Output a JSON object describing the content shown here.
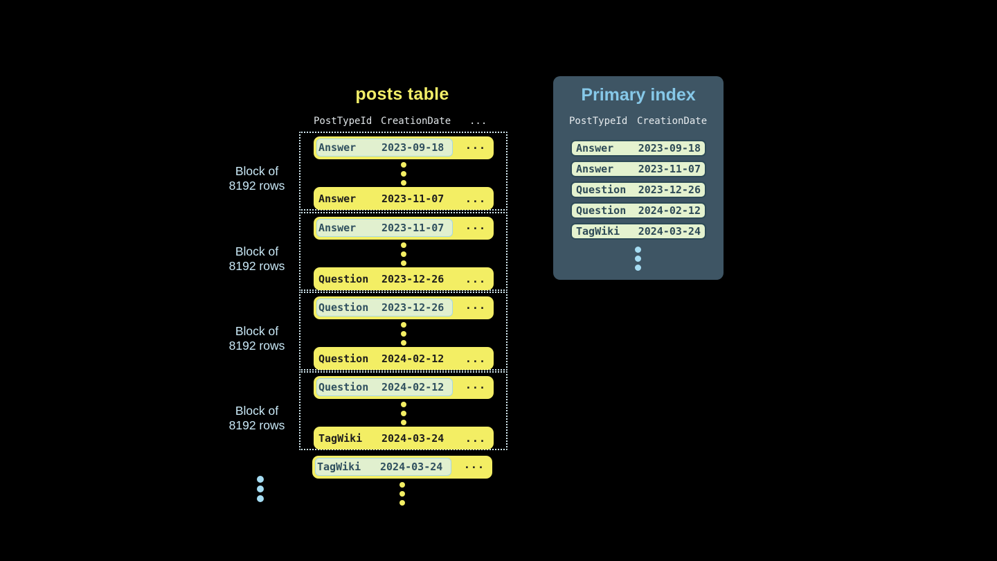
{
  "colors": {
    "background": "#000000",
    "row_yellow": "#f3ee64",
    "row_text_dark": "#1d1d1d",
    "block_border_dotted": "#d7edf5",
    "block_label_blue": "#c9e8f6",
    "ellipsis_dot_blue": "#a5dcf2",
    "panel_background": "#3e5564",
    "panel_title_blue": "#86c8e8",
    "column_header_text": "#dfe4e7",
    "highlight_cell_green": "#e1f0cf",
    "highlight_cell_border": "#a4d7e8",
    "highlight_cell_text": "#30505f",
    "index_row_border_text": "#2d4a57"
  },
  "posts_table": {
    "title": "posts table",
    "columns": {
      "col1": "PostTypeId",
      "col2": "CreationDate",
      "col3": "..."
    },
    "row_ellipsis": "...",
    "block_label": {
      "line1": "Block of",
      "line2": "8192 rows"
    },
    "blocks": [
      {
        "first": {
          "type": "Answer",
          "date": "2023-09-18"
        },
        "last": {
          "type": "Answer",
          "date": "2023-11-07"
        }
      },
      {
        "first": {
          "type": "Answer",
          "date": "2023-11-07"
        },
        "last": {
          "type": "Question",
          "date": "2023-12-26"
        }
      },
      {
        "first": {
          "type": "Question",
          "date": "2023-12-26"
        },
        "last": {
          "type": "Question",
          "date": "2024-02-12"
        }
      },
      {
        "first": {
          "type": "Question",
          "date": "2024-02-12"
        },
        "last": {
          "type": "TagWiki",
          "date": "2024-03-24"
        }
      }
    ],
    "overflow_row": {
      "type": "TagWiki",
      "date": "2024-03-24"
    }
  },
  "primary_index": {
    "title": "Primary index",
    "columns": {
      "col1": "PostTypeId",
      "col2": "CreationDate"
    },
    "rows": [
      {
        "type": "Answer",
        "date": "2023-09-18"
      },
      {
        "type": "Answer",
        "date": "2023-11-07"
      },
      {
        "type": "Question",
        "date": "2023-12-26"
      },
      {
        "type": "Question",
        "date": "2024-02-12"
      },
      {
        "type": "TagWiki",
        "date": "2024-03-24"
      }
    ]
  }
}
